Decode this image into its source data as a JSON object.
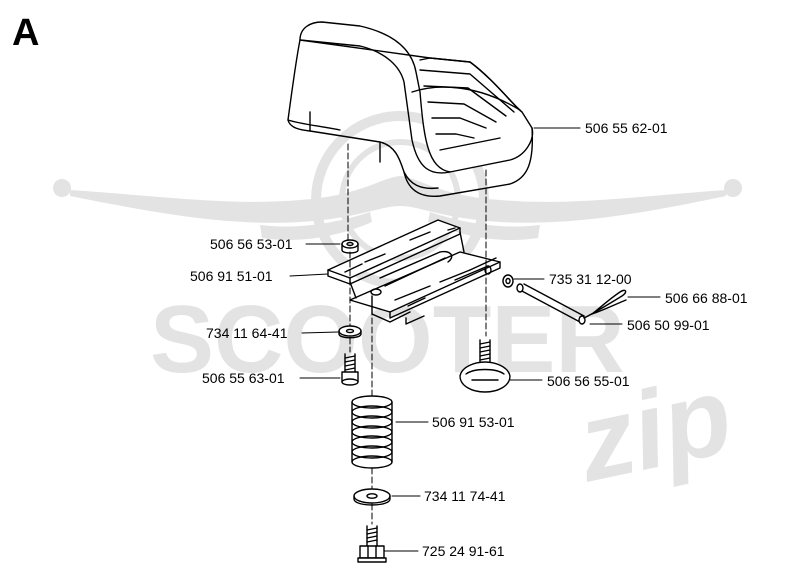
{
  "diagram": {
    "section_label": "A",
    "watermark": {
      "brand": "SCOOTER",
      "brand_suffix": "zip"
    },
    "colors": {
      "line": "#000000",
      "watermark": "#e3e3e3",
      "background": "#ffffff"
    },
    "parts": [
      {
        "id": "seat",
        "part_number": "506 55 62-01"
      },
      {
        "id": "nut-top",
        "part_number": "506 56 53-01"
      },
      {
        "id": "seat-bracket",
        "part_number": "506 91 51-01"
      },
      {
        "id": "washer-upper",
        "part_number": "734 11 64-41"
      },
      {
        "id": "bolt-upper",
        "part_number": "506 55 63-01"
      },
      {
        "id": "spring",
        "part_number": "506 91 53-01"
      },
      {
        "id": "washer-lower",
        "part_number": "734 11 74-41"
      },
      {
        "id": "bolt-lower",
        "part_number": "725 24 91-61"
      },
      {
        "id": "e-clip",
        "part_number": "735 31 12-00"
      },
      {
        "id": "hair-pin",
        "part_number": "506 66 88-01"
      },
      {
        "id": "pivot-pin",
        "part_number": "506 50 99-01"
      },
      {
        "id": "knob",
        "part_number": "506 56 55-01"
      }
    ]
  }
}
